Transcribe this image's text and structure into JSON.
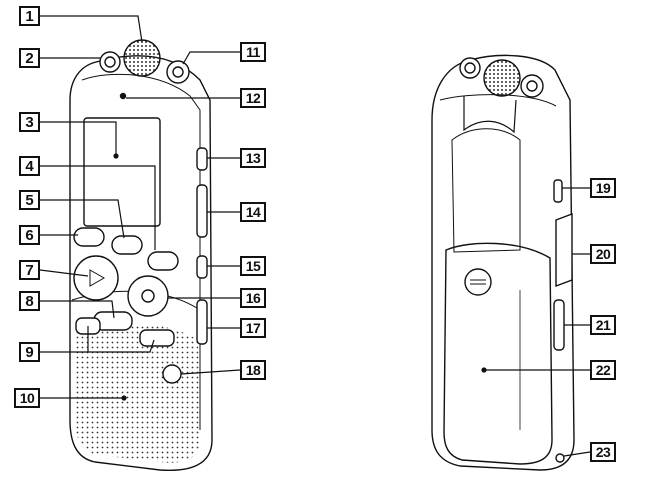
{
  "diagram": {
    "views": [
      "front-view",
      "rear-view"
    ],
    "callouts": [
      {
        "id": "c1",
        "label": "1"
      },
      {
        "id": "c2",
        "label": "2"
      },
      {
        "id": "c3",
        "label": "3"
      },
      {
        "id": "c4",
        "label": "4"
      },
      {
        "id": "c5",
        "label": "5"
      },
      {
        "id": "c6",
        "label": "6"
      },
      {
        "id": "c7",
        "label": "7"
      },
      {
        "id": "c8",
        "label": "8"
      },
      {
        "id": "c9",
        "label": "9"
      },
      {
        "id": "c10",
        "label": "10"
      },
      {
        "id": "c11",
        "label": "11"
      },
      {
        "id": "c12",
        "label": "12"
      },
      {
        "id": "c13",
        "label": "13"
      },
      {
        "id": "c14",
        "label": "14"
      },
      {
        "id": "c15",
        "label": "15"
      },
      {
        "id": "c16",
        "label": "16"
      },
      {
        "id": "c17",
        "label": "17"
      },
      {
        "id": "c18",
        "label": "18"
      },
      {
        "id": "c19",
        "label": "19"
      },
      {
        "id": "c20",
        "label": "20"
      },
      {
        "id": "c21",
        "label": "21"
      },
      {
        "id": "c22",
        "label": "22"
      },
      {
        "id": "c23",
        "label": "23"
      }
    ]
  }
}
